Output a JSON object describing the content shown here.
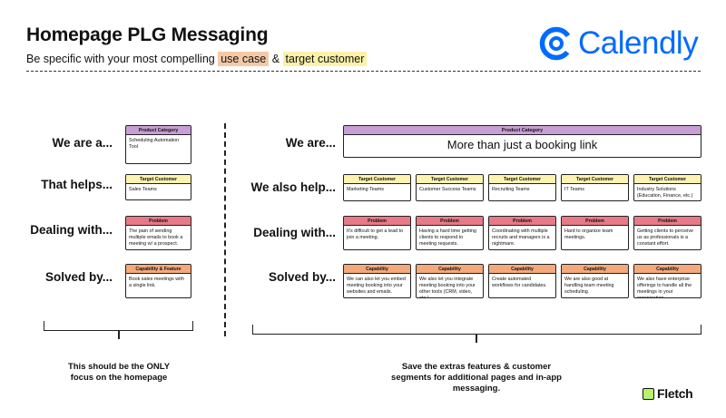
{
  "header": {
    "title": "Homepage PLG Messaging",
    "subtitle_prefix": "Be specific with your most compelling ",
    "subtitle_use_case": "use case",
    "subtitle_amp": " & ",
    "subtitle_target": "target customer",
    "logo_text": "Calendly",
    "logo_icon": "calendly-c-icon"
  },
  "left": {
    "labels": [
      "We are a...",
      "That helps...",
      "Dealing with...",
      "Solved by..."
    ],
    "cards": [
      {
        "header": "Product Category",
        "body": "Scheduling Automation Tool",
        "color": "#c79ed6"
      },
      {
        "header": "Target Customer",
        "body": "Sales Teams",
        "color": "#fcf3b0"
      },
      {
        "header": "Problem",
        "body": "The pain of sending multiple emails to book a meeting w/ a prospect.",
        "color": "#e67a86"
      },
      {
        "header": "Capability & Feature",
        "body": "Book sales meetings with a single link.",
        "color": "#f4a97d"
      }
    ],
    "note": "This should be the ONLY focus on the homepage"
  },
  "right": {
    "labels": [
      "We are...",
      "We also help...",
      "Dealing with...",
      "Solved by..."
    ],
    "category": {
      "header": "Product Category",
      "body": "More than just a booking link"
    },
    "targets": [
      {
        "header": "Target Customer",
        "body": "Marketing Teams"
      },
      {
        "header": "Target Customer",
        "body": "Customer Success Teams"
      },
      {
        "header": "Target Customer",
        "body": "Recruiting Teams"
      },
      {
        "header": "Target Customer",
        "body": "IT Teams"
      },
      {
        "header": "Target Customer",
        "body": "Industry Solutions (Education, Finance, etc.)"
      }
    ],
    "problems": [
      {
        "header": "Problem",
        "body": "It's difficult to get a lead to join a meeting."
      },
      {
        "header": "Problem",
        "body": "Having a hard time getting clients to respond to meeting requests."
      },
      {
        "header": "Problem",
        "body": "Coordinating with multiple recruits and managers is a nightmare."
      },
      {
        "header": "Problem",
        "body": "Hard to organize team meetings."
      },
      {
        "header": "Problem",
        "body": "Getting clients to perceive us as professionals is a constant effort."
      }
    ],
    "capabilities": [
      {
        "header": "Capability",
        "body": "We can also let you embed meeting booking into your websites and emails."
      },
      {
        "header": "Capability",
        "body": "We also let you integrate meeting booking into your other tools (CRM, video, etc.)"
      },
      {
        "header": "Capability",
        "body": "Create automated workflows for candidates."
      },
      {
        "header": "Capability",
        "body": "We are also good at handling team meeting scheduling."
      },
      {
        "header": "Capability",
        "body": "We also have enterprise offerings to handle all the meetings in your organization."
      }
    ],
    "note": "Save the extras features & customer segments for additional pages and in-app messaging."
  },
  "footer": {
    "brand": "Fletch",
    "brand_icon": "fletch-square-icon",
    "brand_color": "#b7f36b"
  },
  "colors": {
    "calendly_blue": "#006bff",
    "category": "#c79ed6",
    "target": "#fcf3b0",
    "problem": "#e67a86",
    "capability": "#f4a97d"
  }
}
